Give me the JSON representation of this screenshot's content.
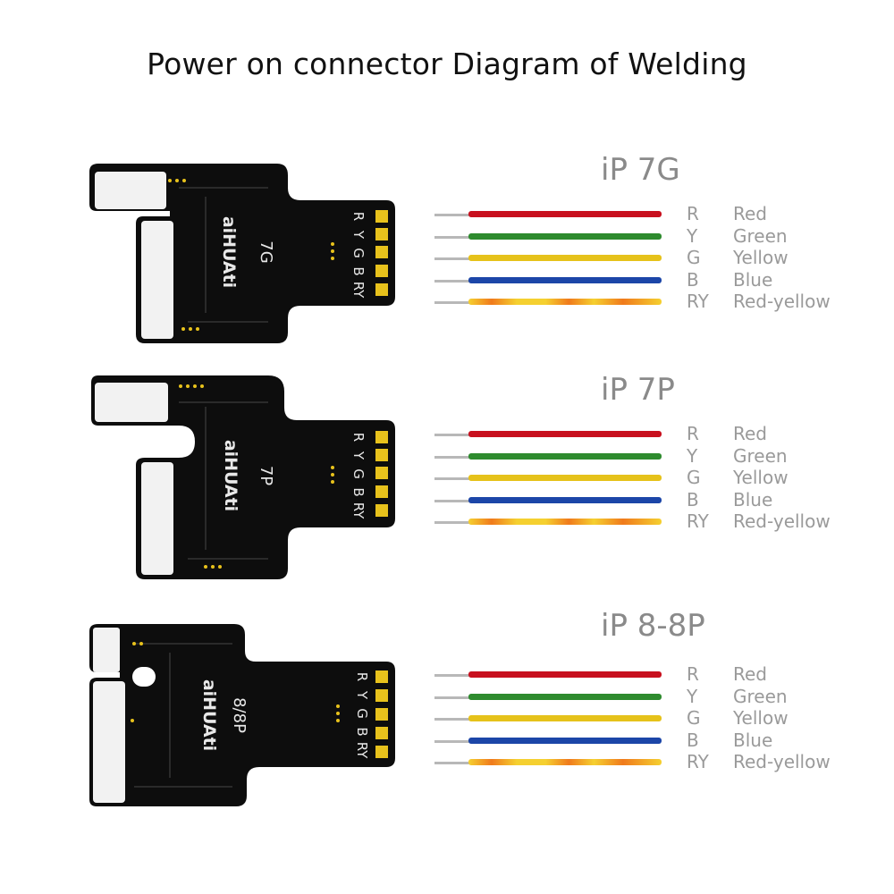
{
  "title": "Power on connector Diagram of Welding",
  "brand_mark": "aiHUAti",
  "pin_labels": [
    "R",
    "Y",
    "G",
    "B",
    "RY"
  ],
  "boards": [
    {
      "model": "iP 7G",
      "board_label": "7G",
      "wires": [
        {
          "code": "R",
          "name": "Red",
          "color": "#c8101e"
        },
        {
          "code": "Y",
          "name": "Green",
          "color": "#2e8b2e"
        },
        {
          "code": "G",
          "name": "Yellow",
          "color": "#e6c21a"
        },
        {
          "code": "B",
          "name": "Blue",
          "color": "#1c46a8"
        },
        {
          "code": "RY",
          "name": "Red-yellow",
          "color": "#f0b830"
        }
      ]
    },
    {
      "model": "iP 7P",
      "board_label": "7P",
      "wires": [
        {
          "code": "R",
          "name": "Red",
          "color": "#c8101e"
        },
        {
          "code": "Y",
          "name": "Green",
          "color": "#2e8b2e"
        },
        {
          "code": "G",
          "name": "Yellow",
          "color": "#e6c21a"
        },
        {
          "code": "B",
          "name": "Blue",
          "color": "#1c46a8"
        },
        {
          "code": "RY",
          "name": "Red-yellow",
          "color": "#f0b830"
        }
      ]
    },
    {
      "model": "iP 8-8P",
      "board_label": "8/8P",
      "wires": [
        {
          "code": "R",
          "name": "Red",
          "color": "#c8101e"
        },
        {
          "code": "Y",
          "name": "Green",
          "color": "#2e8b2e"
        },
        {
          "code": "G",
          "name": "Yellow",
          "color": "#e6c21a"
        },
        {
          "code": "B",
          "name": "Blue",
          "color": "#1c46a8"
        },
        {
          "code": "RY",
          "name": "Red-yellow",
          "color": "#f0b830"
        }
      ]
    }
  ],
  "colors": {
    "pcb": "#0d0d0d",
    "pad": "#e8c21c",
    "lead": "#b8b8b8",
    "label_gray": "#9a9a9a"
  }
}
